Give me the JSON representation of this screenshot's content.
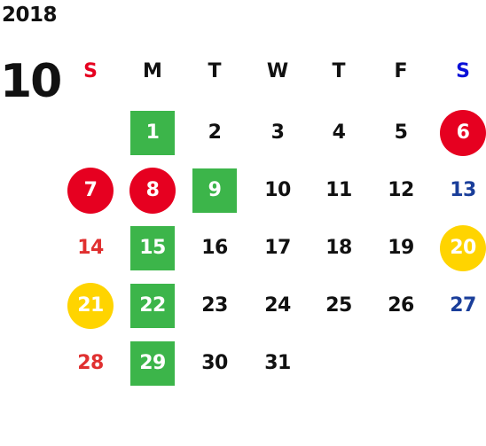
{
  "calendar": {
    "year": "2018",
    "month": "10",
    "weekdays": [
      {
        "label": "S",
        "color": "#e60020"
      },
      {
        "label": "M",
        "color": "#111111"
      },
      {
        "label": "T",
        "color": "#111111"
      },
      {
        "label": "W",
        "color": "#111111"
      },
      {
        "label": "T",
        "color": "#111111"
      },
      {
        "label": "F",
        "color": "#111111"
      },
      {
        "label": "S",
        "color": "#0a10d8"
      }
    ],
    "weeks": [
      [
        null,
        {
          "day": "1",
          "mark": "green-square"
        },
        {
          "day": "2"
        },
        {
          "day": "3"
        },
        {
          "day": "4"
        },
        {
          "day": "5"
        },
        {
          "day": "6",
          "mark": "red-circle"
        }
      ],
      [
        {
          "day": "7",
          "mark": "red-circle"
        },
        {
          "day": "8",
          "mark": "red-circle"
        },
        {
          "day": "9",
          "mark": "green-square"
        },
        {
          "day": "10"
        },
        {
          "day": "11"
        },
        {
          "day": "12"
        },
        {
          "day": "13"
        }
      ],
      [
        {
          "day": "14"
        },
        {
          "day": "15",
          "mark": "green-square"
        },
        {
          "day": "16"
        },
        {
          "day": "17"
        },
        {
          "day": "18"
        },
        {
          "day": "19"
        },
        {
          "day": "20",
          "mark": "yellow-circle"
        }
      ],
      [
        {
          "day": "21",
          "mark": "yellow-circle"
        },
        {
          "day": "22",
          "mark": "green-square"
        },
        {
          "day": "23"
        },
        {
          "day": "24"
        },
        {
          "day": "25"
        },
        {
          "day": "26"
        },
        {
          "day": "27"
        }
      ],
      [
        {
          "day": "28"
        },
        {
          "day": "29",
          "mark": "green-square"
        },
        {
          "day": "30"
        },
        {
          "day": "31"
        },
        null,
        null,
        null
      ]
    ],
    "colors": {
      "green_square": "#3cb54a",
      "red_circle": "#e60020",
      "yellow_circle": "#ffd400",
      "sunday_text": "#e03030",
      "saturday_text": "#1a3e9a"
    }
  }
}
